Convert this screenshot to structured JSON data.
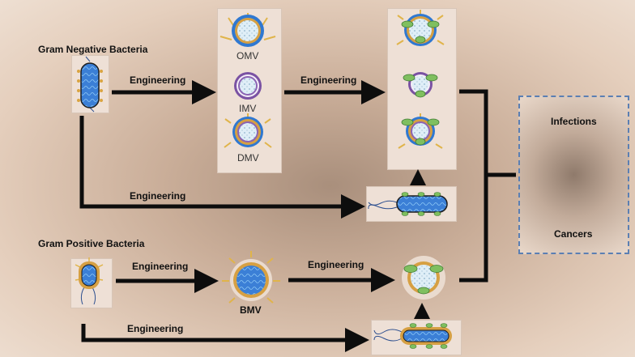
{
  "labels": {
    "gram_negative": "Gram Negative Bacteria",
    "gram_positive": "Gram Positive Bacteria",
    "engineering": "Engineering",
    "omv": "OMV",
    "imv": "IMV",
    "dmv": "DMV",
    "bmv": "BMV",
    "infections": "Infections",
    "cancers": "Cancers"
  },
  "colors": {
    "arrow": "#0d0d0d",
    "cell_blue": "#3b7fd6",
    "membrane_outer": "#7a52a3",
    "membrane_inner": "#d9a441",
    "appendage": "#e0b44a",
    "protein_green": "#7fbf5f",
    "target_border": "#5b7fb3"
  }
}
